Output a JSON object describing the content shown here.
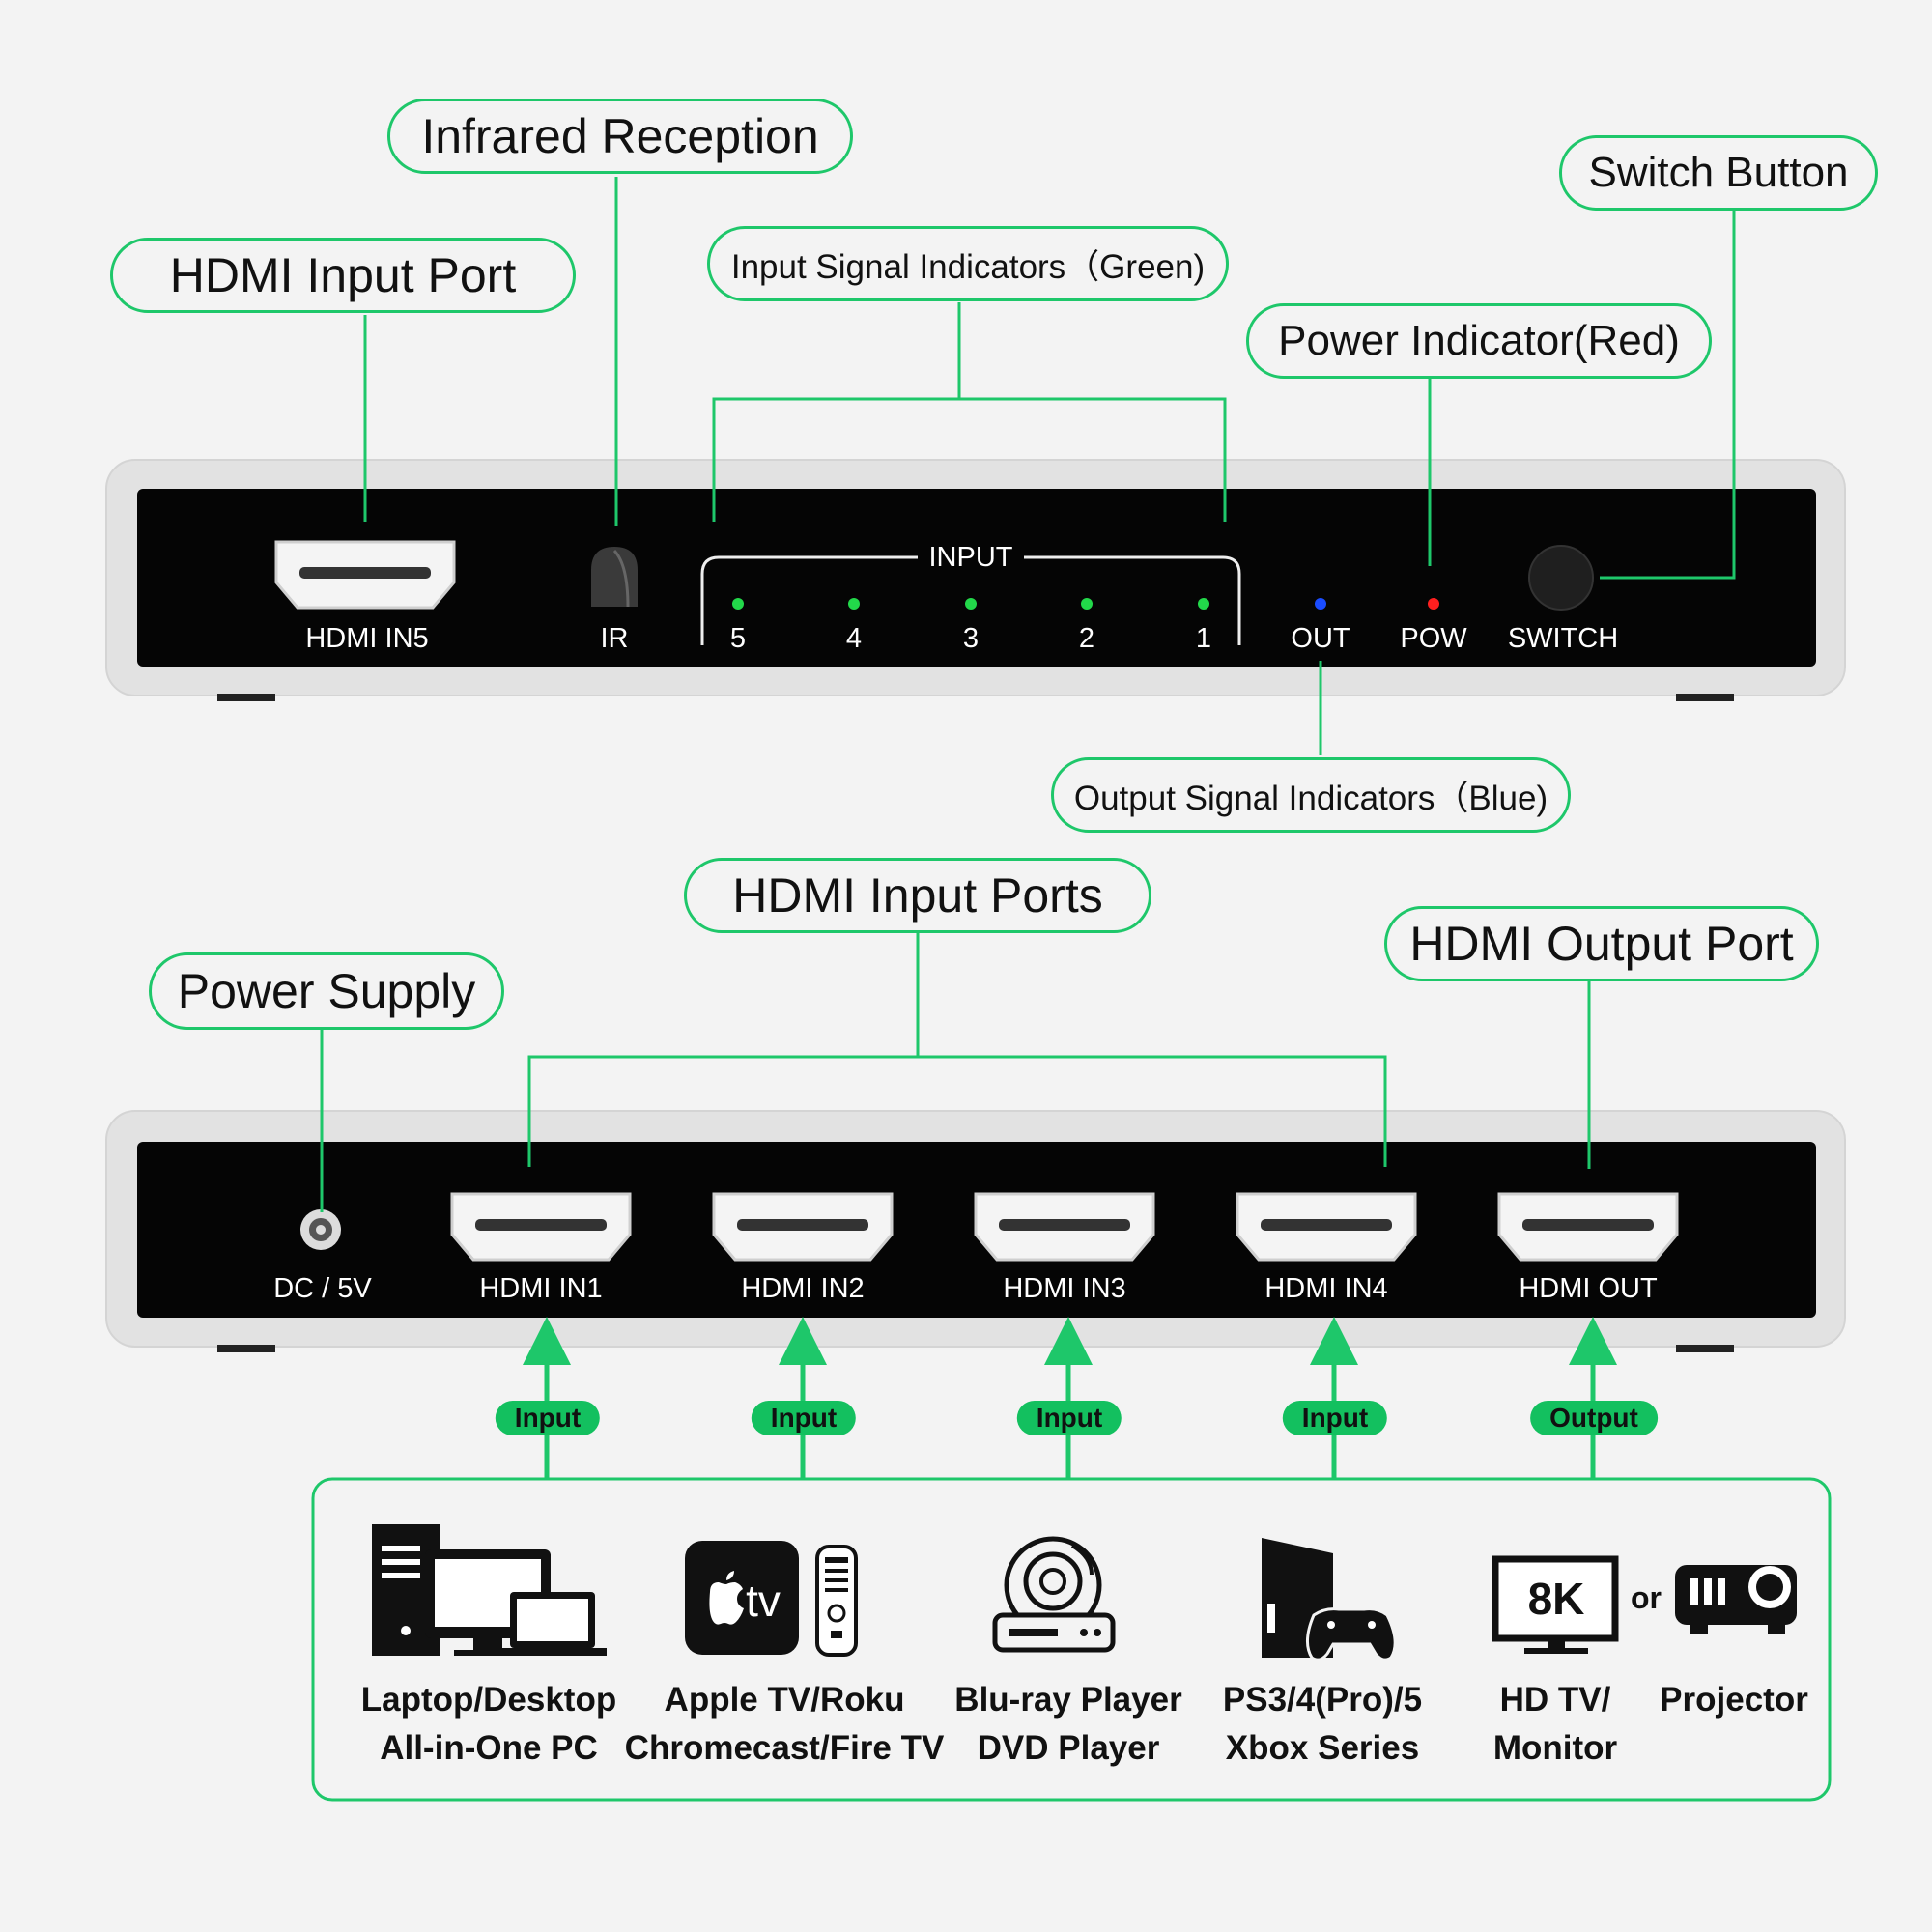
{
  "callouts": {
    "infrared": "Infrared Reception",
    "hdmi_input_port": "HDMI Input Port",
    "input_indicators": "Input Signal Indicators（Green)",
    "switch_button": "Switch Button",
    "power_indicator": "Power Indicator(Red)",
    "output_indicators": "Output Signal Indicators（Blue)",
    "hdmi_input_ports": "HDMI Input Ports",
    "power_supply": "Power Supply",
    "hdmi_output_port": "HDMI Output Port"
  },
  "front_panel": {
    "hdmi_in5": "HDMI IN5",
    "ir": "IR",
    "input_group": "INPUT",
    "led_numbers": [
      "5",
      "4",
      "3",
      "2",
      "1"
    ],
    "out": "OUT",
    "pow": "POW",
    "switch": "SWITCH"
  },
  "rear_panel": {
    "dc": "DC / 5V",
    "ports": [
      "HDMI IN1",
      "HDMI IN2",
      "HDMI IN3",
      "HDMI IN4",
      "HDMI OUT"
    ]
  },
  "pills": [
    "Input",
    "Input",
    "Input",
    "Input",
    "Output"
  ],
  "devices": {
    "pc": [
      "Laptop/Desktop",
      "All-in-One PC"
    ],
    "streaming": [
      "Apple TV/Roku",
      "Chromecast/Fire TV"
    ],
    "bluray": [
      "Blu-ray Player",
      "DVD Player"
    ],
    "console": [
      "PS3/4(Pro)/5",
      "Xbox Series"
    ],
    "tv": [
      "HD TV/",
      "Monitor"
    ],
    "projector": [
      "Projector"
    ],
    "or_text": "or",
    "tv_badge": "8K",
    "appletv_logo": "tv"
  },
  "colors": {
    "accent_green": "#1ec76a",
    "led_green": "#22d84a",
    "led_blue": "#1a4cff",
    "led_red": "#ff1f1f",
    "panel_black": "#050505"
  }
}
